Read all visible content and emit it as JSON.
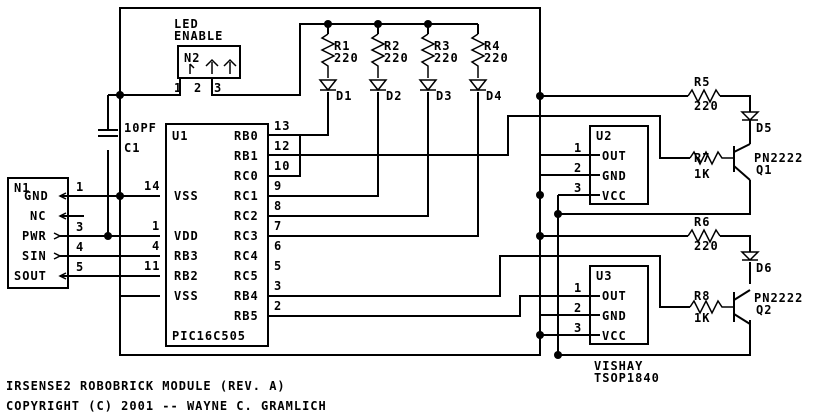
{
  "title_line": "IRSENSE2 ROBOBRICK MODULE (REV. A)",
  "copyright_line": "COPYRIGHT (C) 2001 -- WAYNE C. GRAMLICH",
  "vendor_label": "VISHAY",
  "vendor_part": "TSOP1840",
  "led_enable": {
    "line1": "LED",
    "line2": "ENABLE",
    "ref": "N2",
    "pins": [
      "1",
      "2",
      "3"
    ]
  },
  "capacitor": {
    "ref": "C1",
    "value": "10PF"
  },
  "connector": {
    "ref": "N1",
    "pins": [
      {
        "name": "GND",
        "num": "1"
      },
      {
        "name": "NC",
        "num": ""
      },
      {
        "name": "PWR",
        "num": "3"
      },
      {
        "name": "SIN",
        "num": "4"
      },
      {
        "name": "SOUT",
        "num": "5"
      }
    ]
  },
  "mcu": {
    "ref": "U1",
    "part": "PIC16C505",
    "left_pins": [
      {
        "name": "VSS",
        "num": "14"
      },
      {
        "name": "VDD",
        "num": "1"
      },
      {
        "name": "RB3",
        "num": "4"
      },
      {
        "name": "RB2",
        "num": "11"
      },
      {
        "name": "VSS",
        "num": ""
      }
    ],
    "right_pins": [
      {
        "name": "RB0",
        "num": "13"
      },
      {
        "name": "RB1",
        "num": "12"
      },
      {
        "name": "RC0",
        "num": "10"
      },
      {
        "name": "RC1",
        "num": "9"
      },
      {
        "name": "RC2",
        "num": "8"
      },
      {
        "name": "RC3",
        "num": "7"
      },
      {
        "name": "RC4",
        "num": "6"
      },
      {
        "name": "RC5",
        "num": "5"
      },
      {
        "name": "RB4",
        "num": "3"
      },
      {
        "name": "RB5",
        "num": "2"
      }
    ]
  },
  "resistors": [
    {
      "ref": "R1",
      "value": "220"
    },
    {
      "ref": "R2",
      "value": "220"
    },
    {
      "ref": "R3",
      "value": "220"
    },
    {
      "ref": "R4",
      "value": "220"
    },
    {
      "ref": "R5",
      "value": "220"
    },
    {
      "ref": "R6",
      "value": "220"
    },
    {
      "ref": "R7",
      "value": "1K"
    },
    {
      "ref": "R8",
      "value": "1K"
    }
  ],
  "leds": [
    "D1",
    "D2",
    "D3",
    "D4",
    "D5",
    "D6"
  ],
  "sensors": [
    {
      "ref": "U2",
      "pins": [
        {
          "name": "OUT",
          "num": "1"
        },
        {
          "name": "GND",
          "num": "2"
        },
        {
          "name": "VCC",
          "num": "3"
        }
      ]
    },
    {
      "ref": "U3",
      "pins": [
        {
          "name": "OUT",
          "num": "1"
        },
        {
          "name": "GND",
          "num": "2"
        },
        {
          "name": "VCC",
          "num": "3"
        }
      ]
    }
  ],
  "transistors": [
    {
      "ref": "Q1",
      "part": "PN2222"
    },
    {
      "ref": "Q2",
      "part": "PN2222"
    }
  ]
}
